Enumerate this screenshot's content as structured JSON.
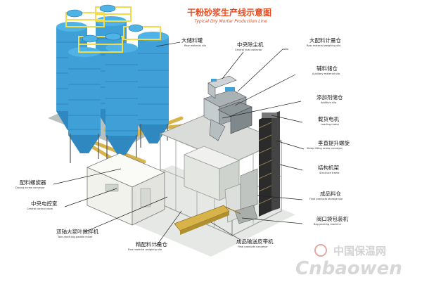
{
  "title": {
    "zh": "干粉砂浆生产线示意图",
    "en": "Typical Dry Mortar Production Line",
    "color": "#e8491f"
  },
  "labels": [
    {
      "key": "raw_silo",
      "zh": "大储料罐",
      "en": "Raw material silo"
    },
    {
      "key": "dust",
      "zh": "中央除尘机",
      "en": "Central dust collector"
    },
    {
      "key": "big_weigh",
      "zh": "大配料计量仓",
      "en": "Raw material weighing silo"
    },
    {
      "key": "aux_silo",
      "zh": "辅料储仓",
      "en": "Auxiliary material silo"
    },
    {
      "key": "additive",
      "zh": "添加剂储仓",
      "en": "Additive silo"
    },
    {
      "key": "loading",
      "zh": "载货电机",
      "en": "Loading motor"
    },
    {
      "key": "lift_screw",
      "zh": "垂直提升螺旋",
      "en": "Steep lifting screw conveyor"
    },
    {
      "key": "frame",
      "zh": "结构机架",
      "en": "Structure frame"
    },
    {
      "key": "final_silo",
      "zh": "成品料仓",
      "en": "Final products storage silo"
    },
    {
      "key": "bagging",
      "zh": "阀口袋包装机",
      "en": "Bag packing machine"
    },
    {
      "key": "belt",
      "zh": "成品输送皮带机",
      "en": "Final products conveyor"
    },
    {
      "key": "fine_weigh",
      "zh": "精配料计量仓",
      "en": "Fine material weighing silo"
    },
    {
      "key": "mixer",
      "zh": "双轴大浆叶搅拌机",
      "en": "Twin-shaft big paddle mixer"
    },
    {
      "key": "control",
      "zh": "中央电控室",
      "en": "Central control room"
    },
    {
      "key": "dosing",
      "zh": "配料螺旋器",
      "en": "Dosing screw conveyor"
    }
  ],
  "watermark": {
    "zh": "中国保温网",
    "en": "Cnbaowen"
  },
  "colors": {
    "silo_blue": "#3fa0d8",
    "silo_dark": "#1f6f9f",
    "lid_blue": "#4fb3e6",
    "cage_yellow": "#f2dc4a",
    "conveyor": "#d8b34a",
    "frame_grey": "#c9ccc8",
    "room": "#f4f4f0",
    "base": "#b9c0c0"
  }
}
